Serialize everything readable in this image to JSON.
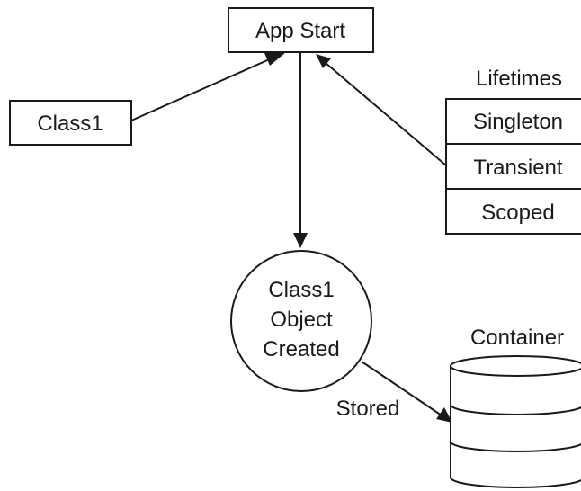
{
  "nodes": {
    "app_start": "App Start",
    "class1": "Class1",
    "object_line1": "Class1",
    "object_line2": "Object",
    "object_line3": "Created",
    "container": "Container"
  },
  "lifetimes": {
    "title": "Lifetimes",
    "items": [
      "Singleton",
      "Transient",
      "Scoped"
    ]
  },
  "edge_labels": {
    "stored": "Stored"
  }
}
